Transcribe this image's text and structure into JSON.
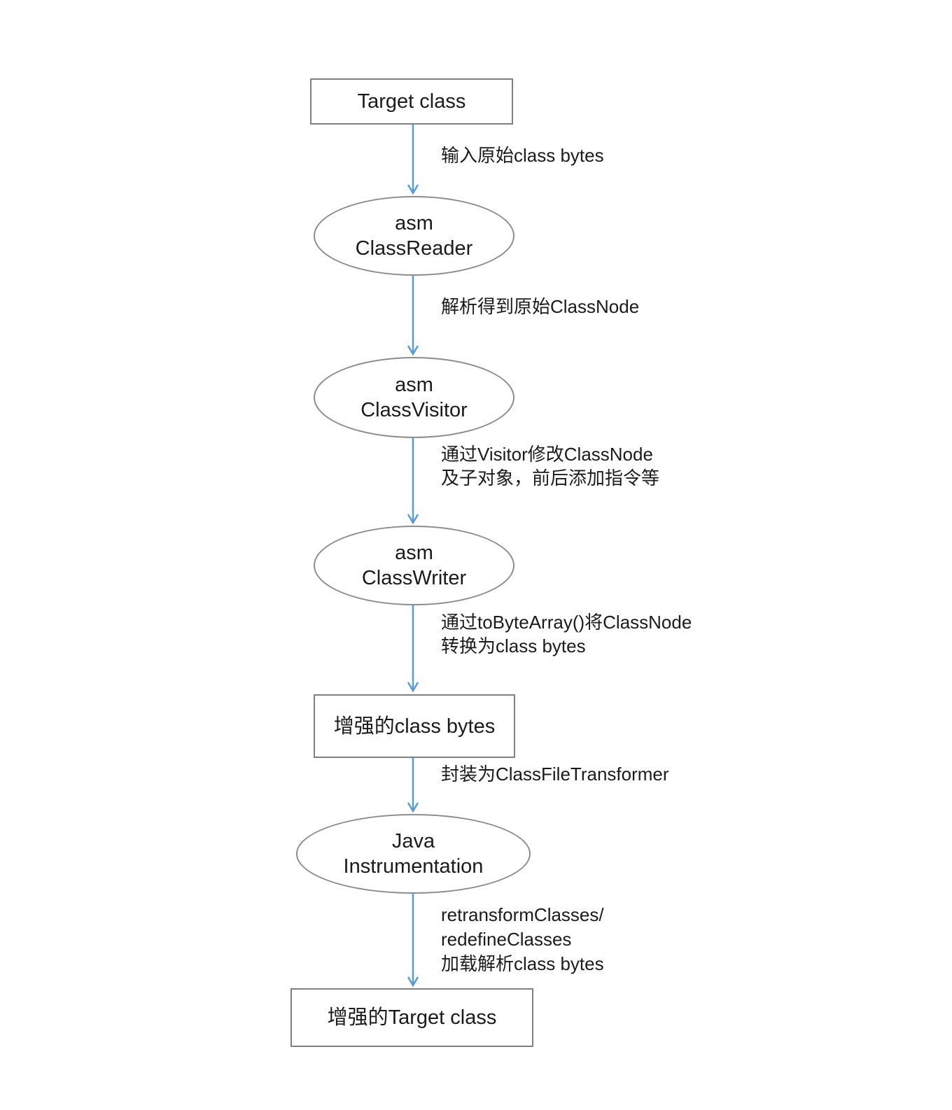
{
  "diagram": {
    "colors": {
      "arrow": "#5b9bd5",
      "rect_border": "#7f7f7f",
      "ellipse_border": "#8c8c8c",
      "text": "#1b1b1b",
      "background": "#ffffff"
    },
    "nodes": {
      "target_class": {
        "shape": "rectangle",
        "label": "Target class"
      },
      "asm_class_reader": {
        "shape": "ellipse",
        "line1": "asm",
        "line2": "ClassReader"
      },
      "asm_class_visitor": {
        "shape": "ellipse",
        "line1": "asm",
        "line2": "ClassVisitor"
      },
      "asm_class_writer": {
        "shape": "ellipse",
        "line1": "asm",
        "line2": "ClassWriter"
      },
      "enhanced_class_bytes": {
        "shape": "rectangle",
        "label": "增强的class bytes"
      },
      "java_instrumentation": {
        "shape": "ellipse",
        "line1": "Java",
        "line2": "Instrumentation"
      },
      "enhanced_target_class": {
        "shape": "rectangle",
        "label": "增强的Target class"
      }
    },
    "edge_labels": {
      "input_bytes": {
        "line1": "输入原始class bytes"
      },
      "parse_classnode": {
        "line1": "解析得到原始ClassNode"
      },
      "visitor_modify": {
        "line1": "通过Visitor修改ClassNode",
        "line2": "及子对象，前后添加指令等"
      },
      "to_byte_array": {
        "line1": "通过toByteArray()将ClassNode",
        "line2": "转换为class bytes"
      },
      "wrap_transformer": {
        "line1": "封装为ClassFileTransformer"
      },
      "retransform": {
        "line1": "retransformClasses/",
        "line2": "redefineClasses",
        "line3": "加载解析class bytes"
      }
    }
  }
}
